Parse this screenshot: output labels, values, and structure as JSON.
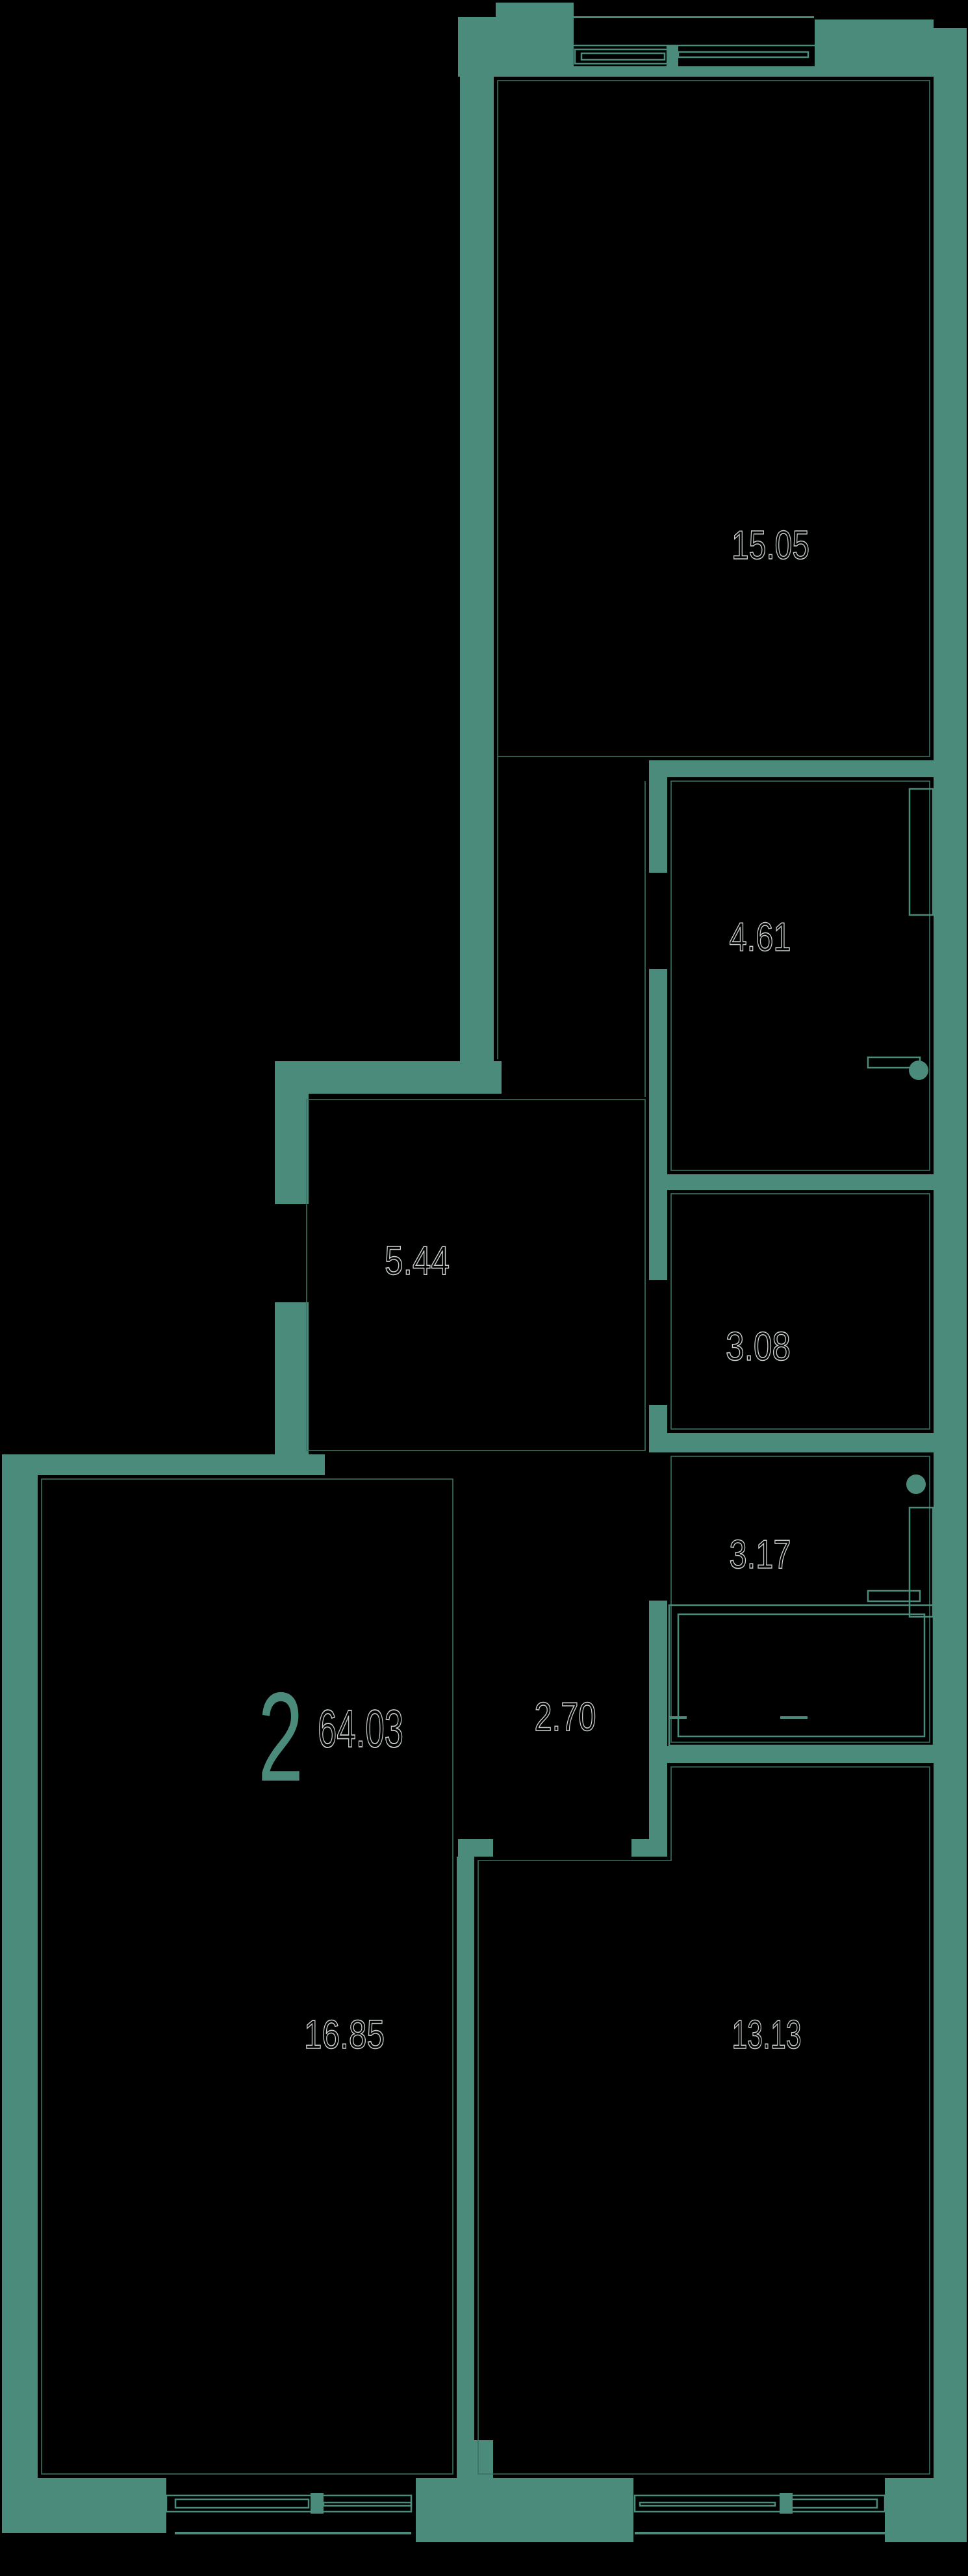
{
  "plan": {
    "unit_badge": {
      "rooms_count": "2",
      "total_area": "64.03"
    },
    "rooms": [
      {
        "id": "room-top",
        "area": "15.05"
      },
      {
        "id": "room-wardrobe",
        "area": "4.61"
      },
      {
        "id": "room-hall",
        "area": "5.44"
      },
      {
        "id": "room-wc",
        "area": "3.08"
      },
      {
        "id": "room-bath",
        "area": "3.17"
      },
      {
        "id": "room-corridor",
        "area": "2.70"
      },
      {
        "id": "room-living",
        "area": "16.85"
      },
      {
        "id": "room-bedroom",
        "area": "13.13"
      }
    ],
    "colors": {
      "background": "#000000",
      "wall": "#4a8b7b",
      "inset_line": "#3a7164",
      "label_outline": "#c9cfcd"
    }
  }
}
